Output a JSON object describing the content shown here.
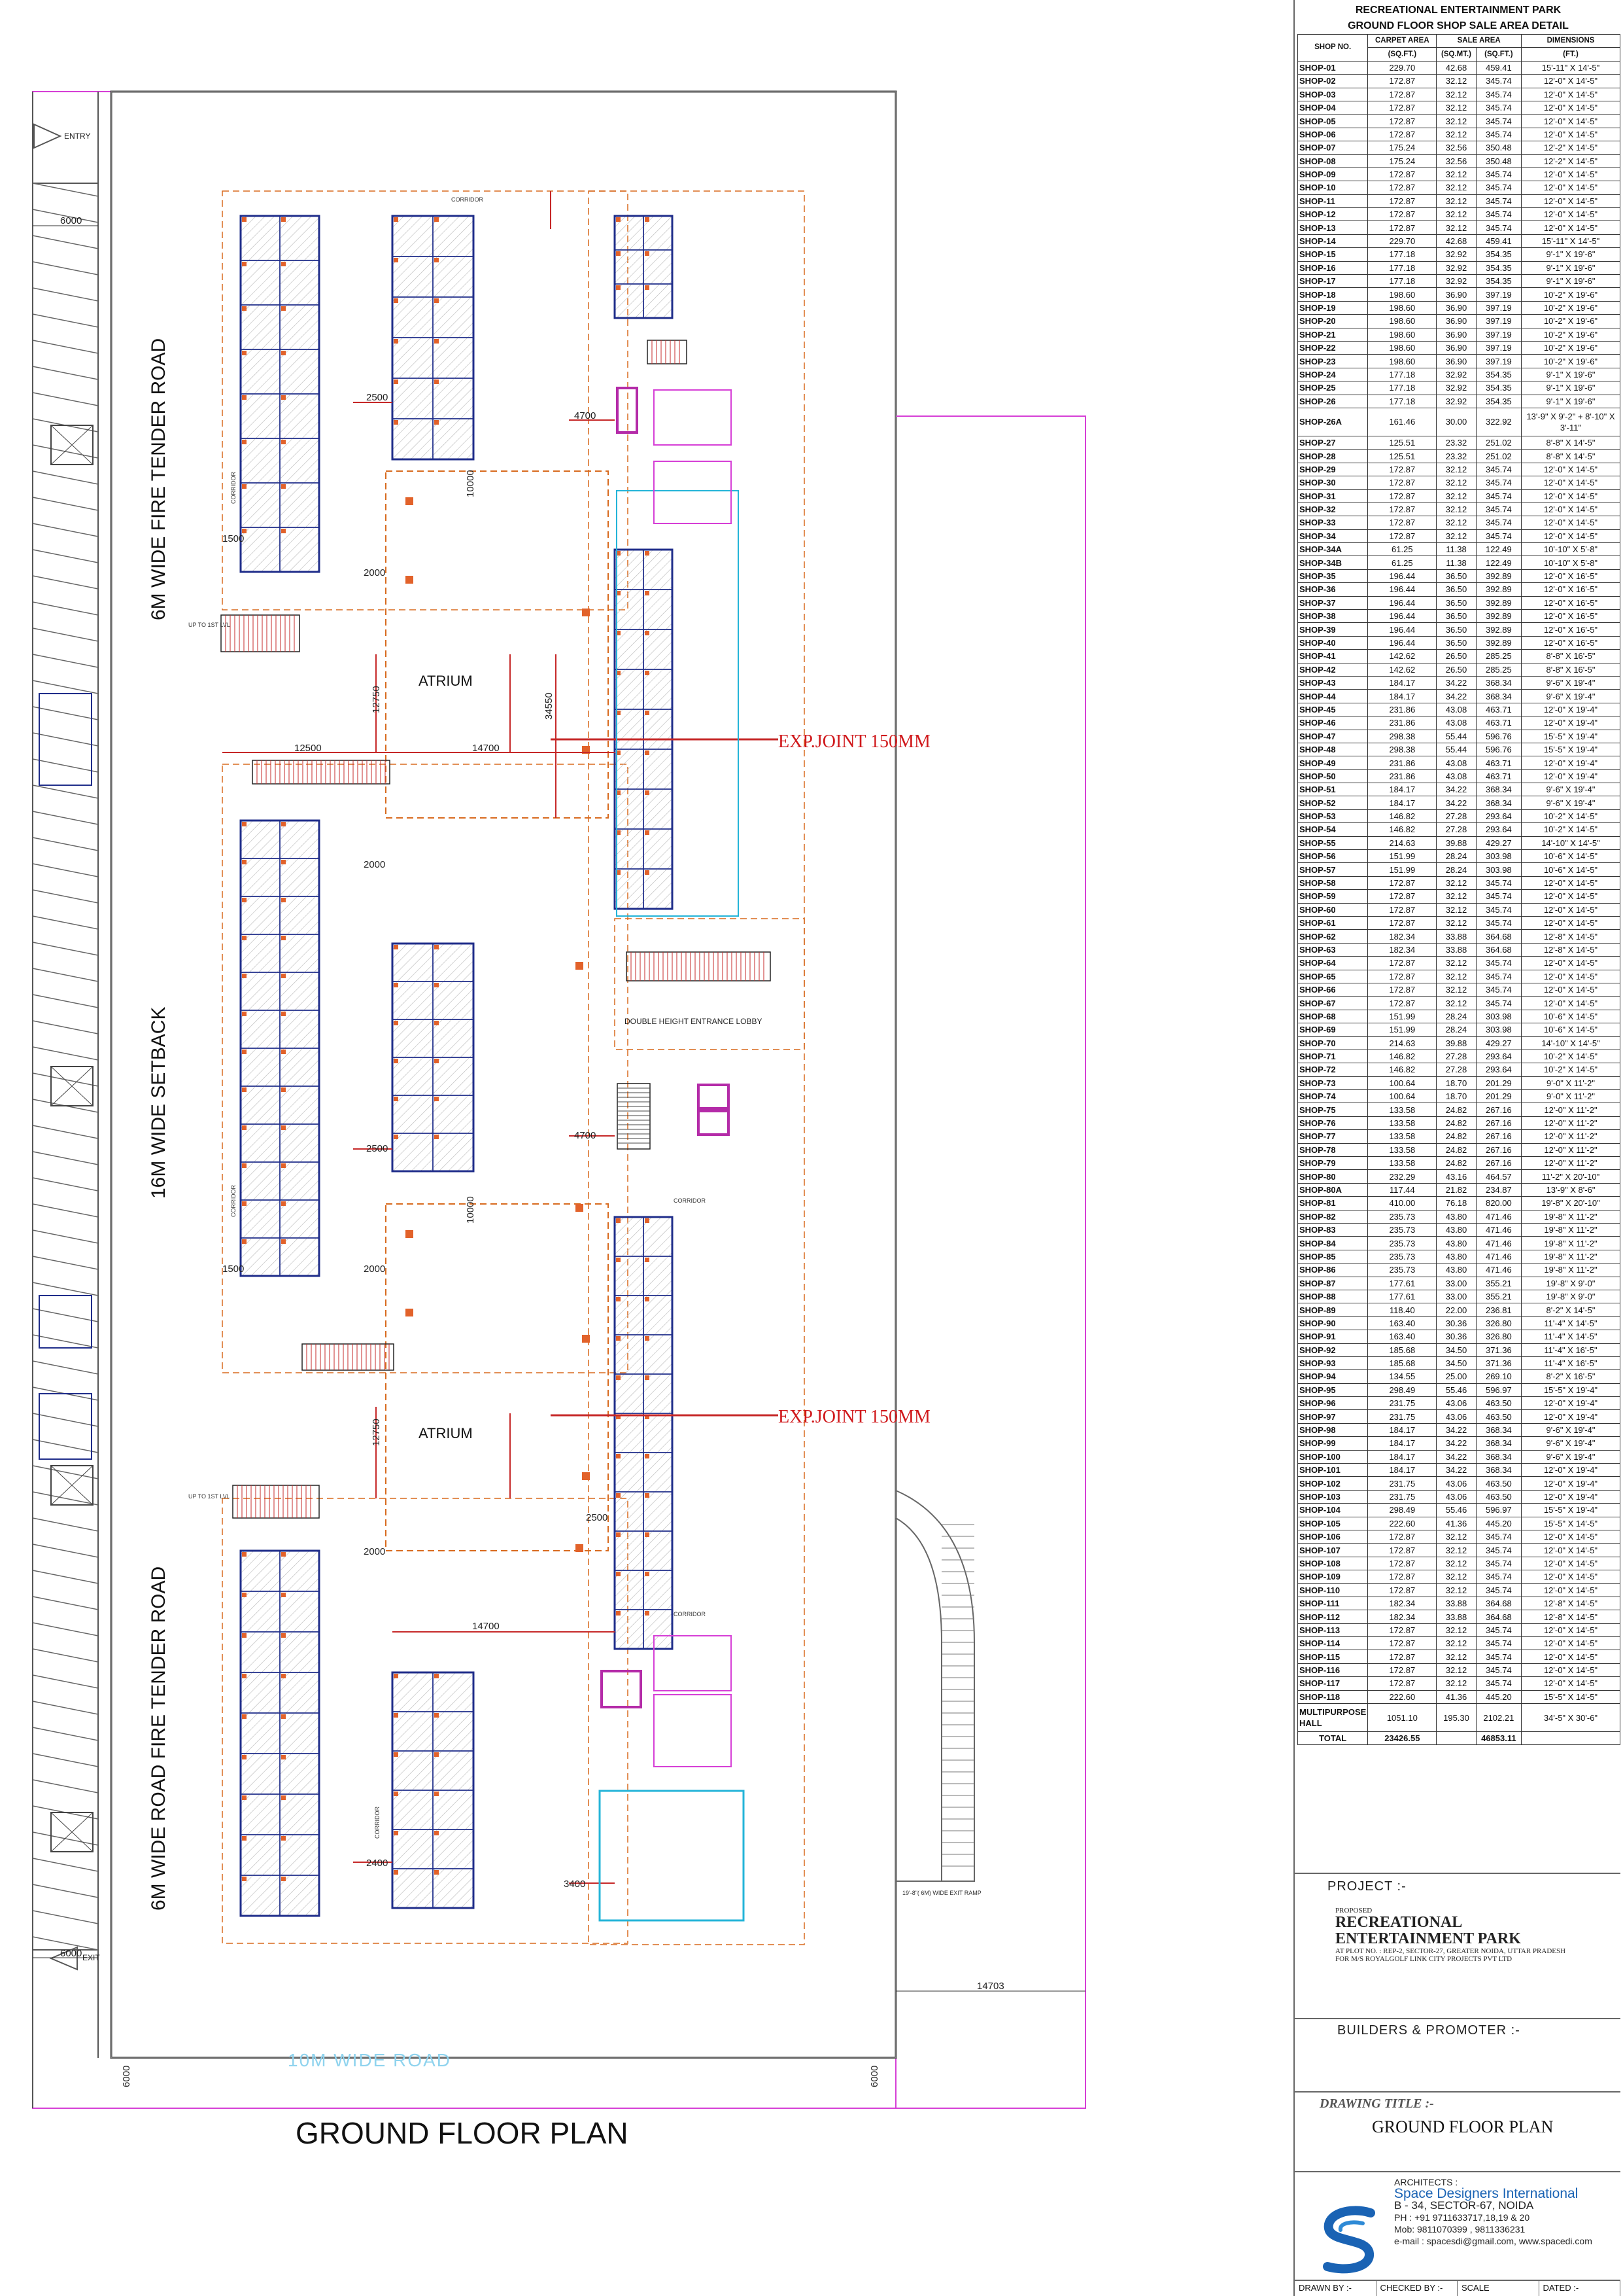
{
  "plan": {
    "title": "GROUND FLOOR PLAN",
    "roads": {
      "top_left": "6M WIDE FIRE TENDER ROAD",
      "middle_left": "16M WIDE SETBACK",
      "bottom_left": "6M WIDE ROAD FIRE TENDER ROAD",
      "bottom": "10M WIDE ROAD"
    },
    "entry_label": "ENTRY",
    "exit_label": "EXIT",
    "atrium_label": "ATRIUM",
    "exp_joint_label": "EXP.JOINT 150MM",
    "corridor_label": "CORRIDOR",
    "lobby_label": "DOUBLE HEIGHT ENTRANCE LOBBY",
    "ramp_label": "19'-8\"( 6M) WIDE EXIT RAMP",
    "up_to_label": "UP TO 1ST LVL",
    "dims": {
      "d6000": "6000",
      "d14703": "14703",
      "d12500": "12500",
      "d14700": "14700",
      "d12750": "12750",
      "d34550": "34550",
      "d2500": "2500",
      "d4700": "4700",
      "d2000": "2000",
      "d1500": "1500",
      "d10000": "10000",
      "d3400": "3400",
      "d2400": "2400"
    }
  },
  "table": {
    "title_line1": "RECREATIONAL ENTERTAINMENT PARK",
    "title_line2": "GROUND FLOOR SHOP SALE AREA DETAIL",
    "headers": {
      "shop_no": "SHOP NO.",
      "carpet": "CARPET AREA",
      "sale": "SALE AREA",
      "dimensions": "DIMENSIONS",
      "sqft": "(SQ.FT.)",
      "sqmt": "(SQ.MT.)",
      "sqft2": "(SQ.FT.)",
      "ft": "(FT.)"
    },
    "rows": [
      [
        "SHOP-01",
        "229.70",
        "42.68",
        "459.41",
        "15'-11\" X 14'-5\""
      ],
      [
        "SHOP-02",
        "172.87",
        "32.12",
        "345.74",
        "12'-0\" X 14'-5\""
      ],
      [
        "SHOP-03",
        "172.87",
        "32.12",
        "345.74",
        "12'-0\" X 14'-5\""
      ],
      [
        "SHOP-04",
        "172.87",
        "32.12",
        "345.74",
        "12'-0\" X 14'-5\""
      ],
      [
        "SHOP-05",
        "172.87",
        "32.12",
        "345.74",
        "12'-0\" X 14'-5\""
      ],
      [
        "SHOP-06",
        "172.87",
        "32.12",
        "345.74",
        "12'-0\" X 14'-5\""
      ],
      [
        "SHOP-07",
        "175.24",
        "32.56",
        "350.48",
        "12'-2\" X 14'-5\""
      ],
      [
        "SHOP-08",
        "175.24",
        "32.56",
        "350.48",
        "12'-2\" X 14'-5\""
      ],
      [
        "SHOP-09",
        "172.87",
        "32.12",
        "345.74",
        "12'-0\" X 14'-5\""
      ],
      [
        "SHOP-10",
        "172.87",
        "32.12",
        "345.74",
        "12'-0\" X 14'-5\""
      ],
      [
        "SHOP-11",
        "172.87",
        "32.12",
        "345.74",
        "12'-0\" X 14'-5\""
      ],
      [
        "SHOP-12",
        "172.87",
        "32.12",
        "345.74",
        "12'-0\" X 14'-5\""
      ],
      [
        "SHOP-13",
        "172.87",
        "32.12",
        "345.74",
        "12'-0\" X 14'-5\""
      ],
      [
        "SHOP-14",
        "229.70",
        "42.68",
        "459.41",
        "15'-11\" X 14'-5\""
      ],
      [
        "SHOP-15",
        "177.18",
        "32.92",
        "354.35",
        "9'-1\" X 19'-6\""
      ],
      [
        "SHOP-16",
        "177.18",
        "32.92",
        "354.35",
        "9'-1\" X 19'-6\""
      ],
      [
        "SHOP-17",
        "177.18",
        "32.92",
        "354.35",
        "9'-1\" X 19'-6\""
      ],
      [
        "SHOP-18",
        "198.60",
        "36.90",
        "397.19",
        "10'-2\" X 19'-6\""
      ],
      [
        "SHOP-19",
        "198.60",
        "36.90",
        "397.19",
        "10'-2\" X 19'-6\""
      ],
      [
        "SHOP-20",
        "198.60",
        "36.90",
        "397.19",
        "10'-2\" X 19'-6\""
      ],
      [
        "SHOP-21",
        "198.60",
        "36.90",
        "397.19",
        "10'-2\" X 19'-6\""
      ],
      [
        "SHOP-22",
        "198.60",
        "36.90",
        "397.19",
        "10'-2\" X 19'-6\""
      ],
      [
        "SHOP-23",
        "198.60",
        "36.90",
        "397.19",
        "10'-2\" X 19'-6\""
      ],
      [
        "SHOP-24",
        "177.18",
        "32.92",
        "354.35",
        "9'-1\" X 19'-6\""
      ],
      [
        "SHOP-25",
        "177.18",
        "32.92",
        "354.35",
        "9'-1\" X 19'-6\""
      ],
      [
        "SHOP-26",
        "177.18",
        "32.92",
        "354.35",
        "9'-1\" X 19'-6\""
      ],
      [
        "SHOP-26A",
        "161.46",
        "30.00",
        "322.92",
        "13'-9\" X 9'-2\" + 8'-10\" X 3'-11\""
      ],
      [
        "SHOP-27",
        "125.51",
        "23.32",
        "251.02",
        "8'-8\" X 14'-5\""
      ],
      [
        "SHOP-28",
        "125.51",
        "23.32",
        "251.02",
        "8'-8\" X 14'-5\""
      ],
      [
        "SHOP-29",
        "172.87",
        "32.12",
        "345.74",
        "12'-0\" X 14'-5\""
      ],
      [
        "SHOP-30",
        "172.87",
        "32.12",
        "345.74",
        "12'-0\" X 14'-5\""
      ],
      [
        "SHOP-31",
        "172.87",
        "32.12",
        "345.74",
        "12'-0\" X 14'-5\""
      ],
      [
        "SHOP-32",
        "172.87",
        "32.12",
        "345.74",
        "12'-0\" X 14'-5\""
      ],
      [
        "SHOP-33",
        "172.87",
        "32.12",
        "345.74",
        "12'-0\" X 14'-5\""
      ],
      [
        "SHOP-34",
        "172.87",
        "32.12",
        "345.74",
        "12'-0\" X 14'-5\""
      ],
      [
        "SHOP-34A",
        "61.25",
        "11.38",
        "122.49",
        "10'-10\" X 5'-8\""
      ],
      [
        "SHOP-34B",
        "61.25",
        "11.38",
        "122.49",
        "10'-10\" X 5'-8\""
      ],
      [
        "SHOP-35",
        "196.44",
        "36.50",
        "392.89",
        "12'-0\" X 16'-5\""
      ],
      [
        "SHOP-36",
        "196.44",
        "36.50",
        "392.89",
        "12'-0\" X 16'-5\""
      ],
      [
        "SHOP-37",
        "196.44",
        "36.50",
        "392.89",
        "12'-0\" X 16'-5\""
      ],
      [
        "SHOP-38",
        "196.44",
        "36.50",
        "392.89",
        "12'-0\" X 16'-5\""
      ],
      [
        "SHOP-39",
        "196.44",
        "36.50",
        "392.89",
        "12'-0\" X 16'-5\""
      ],
      [
        "SHOP-40",
        "196.44",
        "36.50",
        "392.89",
        "12'-0\" X 16'-5\""
      ],
      [
        "SHOP-41",
        "142.62",
        "26.50",
        "285.25",
        "8'-8\" X 16'-5\""
      ],
      [
        "SHOP-42",
        "142.62",
        "26.50",
        "285.25",
        "8'-8\" X 16'-5\""
      ],
      [
        "SHOP-43",
        "184.17",
        "34.22",
        "368.34",
        "9'-6\" X 19'-4\""
      ],
      [
        "SHOP-44",
        "184.17",
        "34.22",
        "368.34",
        "9'-6\" X 19'-4\""
      ],
      [
        "SHOP-45",
        "231.86",
        "43.08",
        "463.71",
        "12'-0\" X 19'-4\""
      ],
      [
        "SHOP-46",
        "231.86",
        "43.08",
        "463.71",
        "12'-0\" X 19'-4\""
      ],
      [
        "SHOP-47",
        "298.38",
        "55.44",
        "596.76",
        "15'-5\" X 19'-4\""
      ],
      [
        "SHOP-48",
        "298.38",
        "55.44",
        "596.76",
        "15'-5\" X 19'-4\""
      ],
      [
        "SHOP-49",
        "231.86",
        "43.08",
        "463.71",
        "12'-0\" X 19'-4\""
      ],
      [
        "SHOP-50",
        "231.86",
        "43.08",
        "463.71",
        "12'-0\" X 19'-4\""
      ],
      [
        "SHOP-51",
        "184.17",
        "34.22",
        "368.34",
        "9'-6\" X 19'-4\""
      ],
      [
        "SHOP-52",
        "184.17",
        "34.22",
        "368.34",
        "9'-6\" X 19'-4\""
      ],
      [
        "SHOP-53",
        "146.82",
        "27.28",
        "293.64",
        "10'-2\" X 14'-5\""
      ],
      [
        "SHOP-54",
        "146.82",
        "27.28",
        "293.64",
        "10'-2\" X 14'-5\""
      ],
      [
        "SHOP-55",
        "214.63",
        "39.88",
        "429.27",
        "14'-10\" X 14'-5\""
      ],
      [
        "SHOP-56",
        "151.99",
        "28.24",
        "303.98",
        "10'-6\" X 14'-5\""
      ],
      [
        "SHOP-57",
        "151.99",
        "28.24",
        "303.98",
        "10'-6\" X 14'-5\""
      ],
      [
        "SHOP-58",
        "172.87",
        "32.12",
        "345.74",
        "12'-0\" X 14'-5\""
      ],
      [
        "SHOP-59",
        "172.87",
        "32.12",
        "345.74",
        "12'-0\" X 14'-5\""
      ],
      [
        "SHOP-60",
        "172.87",
        "32.12",
        "345.74",
        "12'-0\" X 14'-5\""
      ],
      [
        "SHOP-61",
        "172.87",
        "32.12",
        "345.74",
        "12'-0\" X 14'-5\""
      ],
      [
        "SHOP-62",
        "182.34",
        "33.88",
        "364.68",
        "12'-8\" X 14'-5\""
      ],
      [
        "SHOP-63",
        "182.34",
        "33.88",
        "364.68",
        "12'-8\" X 14'-5\""
      ],
      [
        "SHOP-64",
        "172.87",
        "32.12",
        "345.74",
        "12'-0\" X 14'-5\""
      ],
      [
        "SHOP-65",
        "172.87",
        "32.12",
        "345.74",
        "12'-0\" X 14'-5\""
      ],
      [
        "SHOP-66",
        "172.87",
        "32.12",
        "345.74",
        "12'-0\" X 14'-5\""
      ],
      [
        "SHOP-67",
        "172.87",
        "32.12",
        "345.74",
        "12'-0\" X 14'-5\""
      ],
      [
        "SHOP-68",
        "151.99",
        "28.24",
        "303.98",
        "10'-6\" X 14'-5\""
      ],
      [
        "SHOP-69",
        "151.99",
        "28.24",
        "303.98",
        "10'-6\" X 14'-5\""
      ],
      [
        "SHOP-70",
        "214.63",
        "39.88",
        "429.27",
        "14'-10\" X 14'-5\""
      ],
      [
        "SHOP-71",
        "146.82",
        "27.28",
        "293.64",
        "10'-2\" X 14'-5\""
      ],
      [
        "SHOP-72",
        "146.82",
        "27.28",
        "293.64",
        "10'-2\" X 14'-5\""
      ],
      [
        "SHOP-73",
        "100.64",
        "18.70",
        "201.29",
        "9'-0\" X 11'-2\""
      ],
      [
        "SHOP-74",
        "100.64",
        "18.70",
        "201.29",
        "9'-0\" X 11'-2\""
      ],
      [
        "SHOP-75",
        "133.58",
        "24.82",
        "267.16",
        "12'-0\" X 11'-2\""
      ],
      [
        "SHOP-76",
        "133.58",
        "24.82",
        "267.16",
        "12'-0\" X 11'-2\""
      ],
      [
        "SHOP-77",
        "133.58",
        "24.82",
        "267.16",
        "12'-0\" X 11'-2\""
      ],
      [
        "SHOP-78",
        "133.58",
        "24.82",
        "267.16",
        "12'-0\" X 11'-2\""
      ],
      [
        "SHOP-79",
        "133.58",
        "24.82",
        "267.16",
        "12'-0\" X 11'-2\""
      ],
      [
        "SHOP-80",
        "232.29",
        "43.16",
        "464.57",
        "11'-2\" X 20'-10\""
      ],
      [
        "SHOP-80A",
        "117.44",
        "21.82",
        "234.87",
        "13'-9\" X 8'-6\""
      ],
      [
        "SHOP-81",
        "410.00",
        "76.18",
        "820.00",
        "19'-8\" X 20'-10\""
      ],
      [
        "SHOP-82",
        "235.73",
        "43.80",
        "471.46",
        "19'-8\" X 11'-2\""
      ],
      [
        "SHOP-83",
        "235.73",
        "43.80",
        "471.46",
        "19'-8\" X 11'-2\""
      ],
      [
        "SHOP-84",
        "235.73",
        "43.80",
        "471.46",
        "19'-8\" X 11'-2\""
      ],
      [
        "SHOP-85",
        "235.73",
        "43.80",
        "471.46",
        "19'-8\" X 11'-2\""
      ],
      [
        "SHOP-86",
        "235.73",
        "43.80",
        "471.46",
        "19'-8\" X 11'-2\""
      ],
      [
        "SHOP-87",
        "177.61",
        "33.00",
        "355.21",
        "19'-8\" X 9'-0\""
      ],
      [
        "SHOP-88",
        "177.61",
        "33.00",
        "355.21",
        "19'-8\" X 9'-0\""
      ],
      [
        "SHOP-89",
        "118.40",
        "22.00",
        "236.81",
        "8'-2\" X 14'-5\""
      ],
      [
        "SHOP-90",
        "163.40",
        "30.36",
        "326.80",
        "11'-4\" X 14'-5\""
      ],
      [
        "SHOP-91",
        "163.40",
        "30.36",
        "326.80",
        "11'-4\" X 14'-5\""
      ],
      [
        "SHOP-92",
        "185.68",
        "34.50",
        "371.36",
        "11'-4\" X 16'-5\""
      ],
      [
        "SHOP-93",
        "185.68",
        "34.50",
        "371.36",
        "11'-4\" X 16'-5\""
      ],
      [
        "SHOP-94",
        "134.55",
        "25.00",
        "269.10",
        "8'-2\" X 16'-5\""
      ],
      [
        "SHOP-95",
        "298.49",
        "55.46",
        "596.97",
        "15'-5\" X 19'-4\""
      ],
      [
        "SHOP-96",
        "231.75",
        "43.06",
        "463.50",
        "12'-0\" X 19'-4\""
      ],
      [
        "SHOP-97",
        "231.75",
        "43.06",
        "463.50",
        "12'-0\" X 19'-4\""
      ],
      [
        "SHOP-98",
        "184.17",
        "34.22",
        "368.34",
        "9'-6\" X 19'-4\""
      ],
      [
        "SHOP-99",
        "184.17",
        "34.22",
        "368.34",
        "9'-6\" X 19'-4\""
      ],
      [
        "SHOP-100",
        "184.17",
        "34.22",
        "368.34",
        "9'-6\" X 19'-4\""
      ],
      [
        "SHOP-101",
        "184.17",
        "34.22",
        "368.34",
        "12'-0\" X 19'-4\""
      ],
      [
        "SHOP-102",
        "231.75",
        "43.06",
        "463.50",
        "12'-0\" X 19'-4\""
      ],
      [
        "SHOP-103",
        "231.75",
        "43.06",
        "463.50",
        "12'-0\" X 19'-4\""
      ],
      [
        "SHOP-104",
        "298.49",
        "55.46",
        "596.97",
        "15'-5\" X 19'-4\""
      ],
      [
        "SHOP-105",
        "222.60",
        "41.36",
        "445.20",
        "15'-5\" X 14'-5\""
      ],
      [
        "SHOP-106",
        "172.87",
        "32.12",
        "345.74",
        "12'-0\" X 14'-5\""
      ],
      [
        "SHOP-107",
        "172.87",
        "32.12",
        "345.74",
        "12'-0\" X 14'-5\""
      ],
      [
        "SHOP-108",
        "172.87",
        "32.12",
        "345.74",
        "12'-0\" X 14'-5\""
      ],
      [
        "SHOP-109",
        "172.87",
        "32.12",
        "345.74",
        "12'-0\" X 14'-5\""
      ],
      [
        "SHOP-110",
        "172.87",
        "32.12",
        "345.74",
        "12'-0\" X 14'-5\""
      ],
      [
        "SHOP-111",
        "182.34",
        "33.88",
        "364.68",
        "12'-8\" X 14'-5\""
      ],
      [
        "SHOP-112",
        "182.34",
        "33.88",
        "364.68",
        "12'-8\" X 14'-5\""
      ],
      [
        "SHOP-113",
        "172.87",
        "32.12",
        "345.74",
        "12'-0\" X 14'-5\""
      ],
      [
        "SHOP-114",
        "172.87",
        "32.12",
        "345.74",
        "12'-0\" X 14'-5\""
      ],
      [
        "SHOP-115",
        "172.87",
        "32.12",
        "345.74",
        "12'-0\" X 14'-5\""
      ],
      [
        "SHOP-116",
        "172.87",
        "32.12",
        "345.74",
        "12'-0\" X 14'-5\""
      ],
      [
        "SHOP-117",
        "172.87",
        "32.12",
        "345.74",
        "12'-0\" X 14'-5\""
      ],
      [
        "SHOP-118",
        "222.60",
        "41.36",
        "445.20",
        "15'-5\" X 14'-5\""
      ],
      [
        "MULTIPURPOSE HALL",
        "1051.10",
        "195.30",
        "2102.21",
        "34'-5\" X 30'-6\""
      ]
    ],
    "total": [
      "TOTAL",
      "23426.55",
      "",
      "46853.11",
      ""
    ]
  },
  "project": {
    "label": "PROJECT :-",
    "proposed": "PROPOSED",
    "name_line1": "RECREATIONAL",
    "name_line2": "ENTERTAINMENT PARK",
    "plot_line": "AT PLOT NO. : REP-2, SECTOR-27, GREATER NOIDA, UTTAR PRADESH",
    "client_line": "FOR M/S ROYALGOLF LINK CITY PROJECTS PVT LTD"
  },
  "builders": {
    "label": "BUILDERS & PROMOTER :-"
  },
  "drawing": {
    "label": "DRAWING TITLE :-",
    "value": "GROUND FLOOR PLAN"
  },
  "architects": {
    "label": "ARCHITECTS :",
    "firm": "Space Designers International",
    "address": "B - 34, SECTOR-67, NOIDA",
    "phone": "PH : +91 9711633717,18,19 & 20",
    "mobile": "Mob: 9811070399 , 9811336231",
    "email": "e-mail : spacesdi@gmail.com, www.spacedi.com"
  },
  "footer": {
    "drawn": "DRAWN BY :-",
    "checked": "CHECKED BY :-",
    "scale": "SCALE",
    "dated": "DATED :-"
  },
  "colors": {
    "boundary": "#d63fd6",
    "wall": "#1f2d8a",
    "dim": "#c62828",
    "dashed": "#d86a1e",
    "glass": "#24b4d8",
    "column": "#e2622a"
  }
}
